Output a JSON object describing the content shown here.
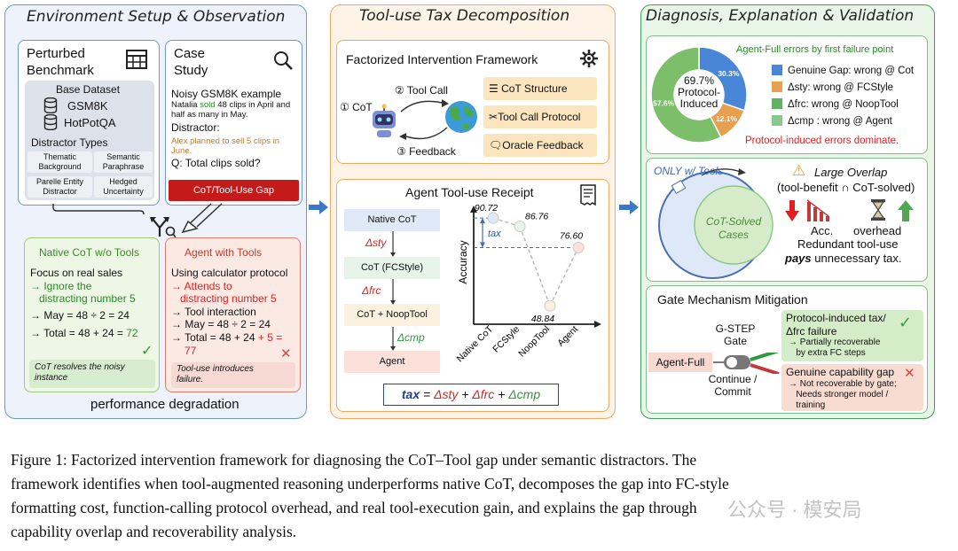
{
  "panel1": {
    "title": "Environment Setup & Observation",
    "perturbed_title_1": "Perturbed",
    "perturbed_title_2": "Benchmark",
    "base_dataset": "Base Dataset",
    "datasets": [
      "GSM8K",
      "HotPotQA"
    ],
    "distractor_types_label": "Distractor Types",
    "distractors": [
      [
        "Thematic",
        "Background"
      ],
      [
        "Semantic",
        "Paraphrase"
      ],
      [
        "Parelle Entity",
        "Distractor"
      ],
      [
        "Hedged",
        "Uncertainty"
      ]
    ],
    "case_title_1": "Case",
    "case_title_2": "Study",
    "case_example": "Noisy GSM8K example",
    "case_line1_a": "Natalia ",
    "case_line1_b": "sold",
    "case_line1_c": " 48 clips in April and",
    "case_line2": "half as many in May.",
    "distractor_label": "Distractor:",
    "distractor_text_1": "Alex planned to sell 5 clips in",
    "distractor_text_2": "June.",
    "question": "Q: Total clips sold?",
    "gap_button": "CoT/Tool-Use Gap",
    "native_title": "Native CoT w/o Tools",
    "native_lines": [
      "Focus on real sales",
      "→ Ignore the",
      "   distracting number 5",
      "→ May = 48 ÷ 2 = 24",
      "→ Total = 48 + 24 = "
    ],
    "native_total_value": "72",
    "native_note_1": "CoT resolves the noisy",
    "native_note_2": "instance",
    "agent_title": "Agent with Tools",
    "agent_lines": [
      "Using calculator protocol",
      "→ Attends to",
      "   distracting number 5",
      "→ Tool interaction",
      "→ May = 48 ÷ 2 = 24",
      "→ Total = 48 + 24 "
    ],
    "agent_total_extra": "+ 5 =",
    "agent_total_value": "77",
    "agent_note_1": "Tool-use introduces",
    "agent_note_2": "failure.",
    "footer": "performance degradation"
  },
  "panel2": {
    "title": "Tool-use Tax Decomposition",
    "framework_title": "Factorized Intervention Framework",
    "cot_label": "① CoT",
    "tool_call_label": "② Tool Call",
    "feedback_label": "③ Feedback",
    "interventions": [
      "CoT Structure",
      "Tool Call Protocol",
      "Oracle Feedback"
    ],
    "receipt_title": "Agent Tool-use Receipt",
    "steps": [
      "Native CoT",
      "CoT (FCStyle)",
      "CoT + NoopTool",
      "Agent"
    ],
    "deltas": [
      "Δsty",
      "Δfrc",
      "Δcmp"
    ],
    "formula": {
      "lhs": "tax",
      "eq": " = ",
      "t1": "Δsty",
      "plus1": " + ",
      "t2": "Δfrc",
      "plus2": " + ",
      "t3": "Δcmp"
    }
  },
  "panel3": {
    "title": "Diagnosis, Explanation & Validation",
    "pie_caption": "Agent-Full errors by first failure point",
    "pie_center_pct": "69.7%",
    "pie_center_1": "Protocol-",
    "pie_center_2": "Induced",
    "legend": [
      {
        "label": "Genuine Gap: wrong @ Cot",
        "color": "#4a86d8"
      },
      {
        "label": "Δsty: wrong @ FCStyle",
        "color": "#e8a050"
      },
      {
        "label": "Δfrc: wrong @ NoopTool",
        "color": "#62b062"
      },
      {
        "label": "Δcmp : wrong @ Agent",
        "color": "#8cc88c"
      }
    ],
    "pie_note": "Protocol-induced errors dominate.",
    "overlap_tag": "ONLY w/ Tools",
    "overlap_inner_1": "CoT-Solved",
    "overlap_inner_2": "Cases",
    "large_overlap": "Large Overlap",
    "overlap_formula": "(tool-benefit ∩ CoT-solved)",
    "acc_label": "Acc.",
    "overhead_label": "overhead",
    "redundant_1": "Redundant tool-use",
    "redundant_2a": "pays",
    "redundant_2b": " unnecessary tax.",
    "gate_title": "Gate Mechanism Mitigation",
    "gate_name_1": "G-STEP",
    "gate_name_2": "Gate",
    "agent_full": "Agent-Full",
    "continue_1": "Continue /",
    "continue_2": "Commit",
    "proto_title_1": "Protocol-induced tax/",
    "proto_title_2": "Δfrc failure",
    "proto_sub_1": "→ Partially recoverable",
    "proto_sub_2": "   by extra FC steps",
    "genuine_title": "Genuine capability gap",
    "genuine_sub_1": "→ Not recoverable by gate;",
    "genuine_sub_2": "   Needs stronger model /",
    "genuine_sub_3": "   training"
  },
  "chart_data": {
    "type": "line",
    "categories": [
      "Native CoT",
      "FCStyle",
      "NoopTool",
      "Agent"
    ],
    "values": [
      90.72,
      86.76,
      48.84,
      76.6
    ],
    "ylabel": "Accuracy",
    "annotation": "tax"
  },
  "pie_data": {
    "type": "pie",
    "values": [
      30.3,
      12.1,
      57.6
    ],
    "labels": [
      "30.3%",
      "12.1%",
      "57.6%"
    ]
  },
  "caption": {
    "line1": "Figure 1: Factorized intervention framework for diagnosing the CoT–Tool gap under semantic distractors. The",
    "line2": "framework identifies when tool-augmented reasoning underperforms native CoT, decomposes the gap into FC-style",
    "line3": "formatting cost, function-calling protocol overhead, and real tool-execution gain, and explains the gap through",
    "line4": "capability overlap and recoverability analysis."
  },
  "watermark": "公众号 · 模安局"
}
